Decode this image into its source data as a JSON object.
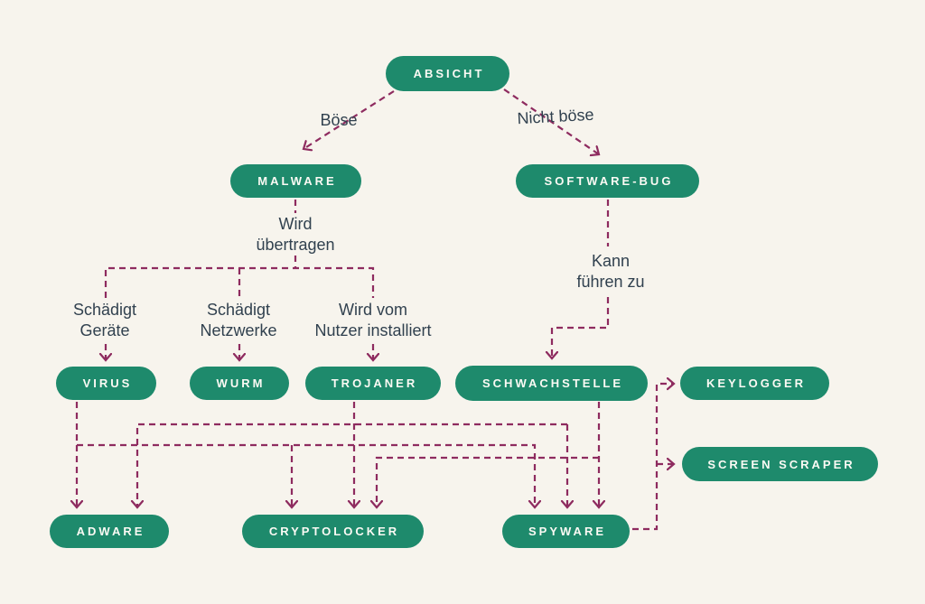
{
  "colors": {
    "background": "#f7f4ed",
    "node_fill": "#1e8a6c",
    "node_text": "#fbfaf4",
    "edge_dash": "#8e2b5f",
    "label_text": "#31414f"
  },
  "nodes": {
    "absicht": {
      "label": "ABSICHT"
    },
    "malware": {
      "label": "MALWARE"
    },
    "software_bug": {
      "label": "SOFTWARE-BUG"
    },
    "virus": {
      "label": "VIRUS"
    },
    "wurm": {
      "label": "WURM"
    },
    "trojaner": {
      "label": "TROJANER"
    },
    "schwachstelle": {
      "label": "SCHWACHSTELLE"
    },
    "keylogger": {
      "label": "KEYLOGGER"
    },
    "screen_scraper": {
      "label": "SCREEN SCRAPER"
    },
    "adware": {
      "label": "ADWARE"
    },
    "cryptolocker": {
      "label": "CRYPTOLOCKER"
    },
    "spyware": {
      "label": "SPYWARE"
    }
  },
  "edge_labels": {
    "boese": "Böse",
    "nicht_boese": "Nicht böse",
    "wird_uebertragen": "Wird\nübertragen",
    "schaedigt_geraete": "Schädigt\nGeräte",
    "schaedigt_netzwerke": "Schädigt\nNetzwerke",
    "wird_vom_nutzer": "Wird vom\nNutzer installiert",
    "kann_fuehren_zu": "Kann\nführen zu"
  },
  "edges": [
    {
      "from": "absicht",
      "to": "malware",
      "label": "Böse"
    },
    {
      "from": "absicht",
      "to": "software_bug",
      "label": "Nicht böse"
    },
    {
      "from": "malware",
      "to": "virus",
      "label": "Wird übertragen / Schädigt Geräte"
    },
    {
      "from": "malware",
      "to": "wurm",
      "label": "Wird übertragen / Schädigt Netzwerke"
    },
    {
      "from": "malware",
      "to": "trojaner",
      "label": "Wird übertragen / Wird vom Nutzer installiert"
    },
    {
      "from": "software_bug",
      "to": "schwachstelle",
      "label": "Kann führen zu"
    },
    {
      "from": "virus",
      "to": "adware",
      "label": ""
    },
    {
      "from": "virus",
      "to": "cryptolocker",
      "label": ""
    },
    {
      "from": "virus",
      "to": "spyware",
      "label": ""
    },
    {
      "from": "trojaner",
      "to": "adware",
      "label": ""
    },
    {
      "from": "trojaner",
      "to": "cryptolocker",
      "label": ""
    },
    {
      "from": "trojaner",
      "to": "spyware",
      "label": ""
    },
    {
      "from": "schwachstelle",
      "to": "cryptolocker",
      "label": ""
    },
    {
      "from": "schwachstelle",
      "to": "spyware",
      "label": ""
    },
    {
      "from": "spyware",
      "to": "keylogger",
      "label": ""
    },
    {
      "from": "spyware",
      "to": "screen_scraper",
      "label": ""
    }
  ]
}
